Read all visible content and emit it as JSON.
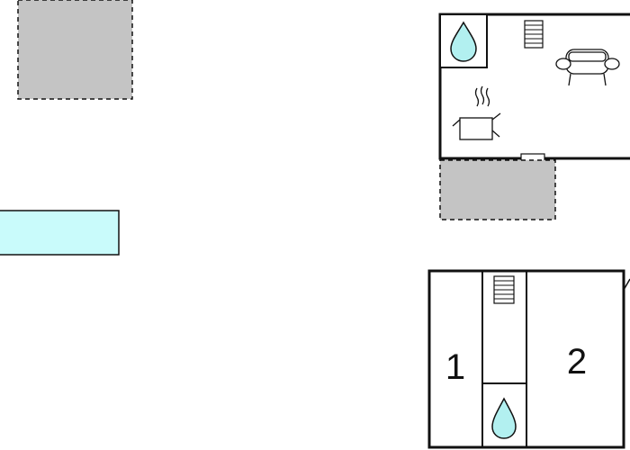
{
  "floorplan": {
    "colors": {
      "wall": "#111111",
      "terrace": "#c4c4c4",
      "pool": "#c9fbfb",
      "water_drop": "#b2f0f0",
      "background": "#ffffff"
    },
    "upper_floor": {
      "icons": [
        "water-drop-icon",
        "radiator-icon",
        "sofa-icon",
        "cooking-pot-icon",
        "door-icon"
      ]
    },
    "lower_floor": {
      "rooms": [
        {
          "label": "1"
        },
        {
          "label": "2"
        }
      ],
      "icons": [
        "radiator-icon",
        "water-drop-icon"
      ]
    },
    "outdoor": {
      "items": [
        "terrace-top-left",
        "pool",
        "terrace-under-house"
      ]
    }
  }
}
